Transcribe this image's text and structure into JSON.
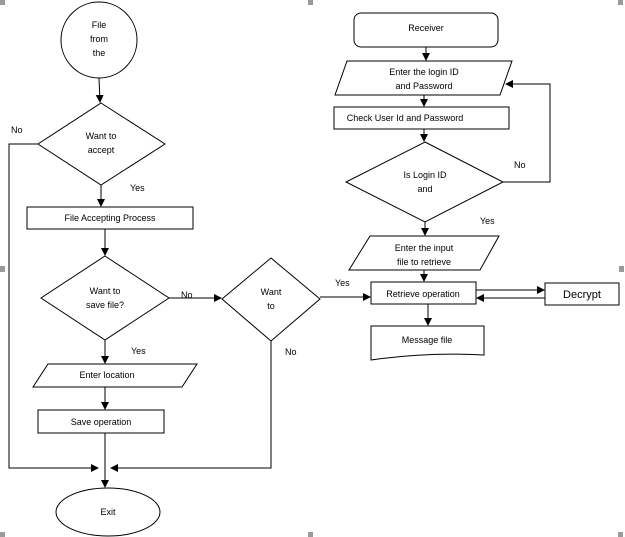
{
  "nodes": {
    "file_from": [
      "File",
      "from",
      "the"
    ],
    "want_accept": [
      "Want to",
      "accept"
    ],
    "file_accepting": "File Accepting Process",
    "want_save": [
      "Want to",
      "save file?"
    ],
    "want_to": [
      "Want",
      "to"
    ],
    "enter_location": "Enter location",
    "save_operation": "Save operation",
    "exit": "Exit",
    "receiver": "Receiver",
    "enter_login": [
      "Enter the login ID",
      "and Password"
    ],
    "check_user": "Check User Id and Password",
    "is_login": [
      "Is Login ID",
      "and"
    ],
    "enter_input": [
      "Enter the input",
      "file to retrieve"
    ],
    "retrieve": "Retrieve operation",
    "decrypt": "Decrypt",
    "message_file": "Message file"
  },
  "edge_labels": {
    "no_accept": "No",
    "yes_accept": "Yes",
    "yes_save": "Yes",
    "no_save": "No",
    "yes_want": "Yes",
    "no_want": "No",
    "no_login": "No",
    "yes_login": "Yes"
  }
}
